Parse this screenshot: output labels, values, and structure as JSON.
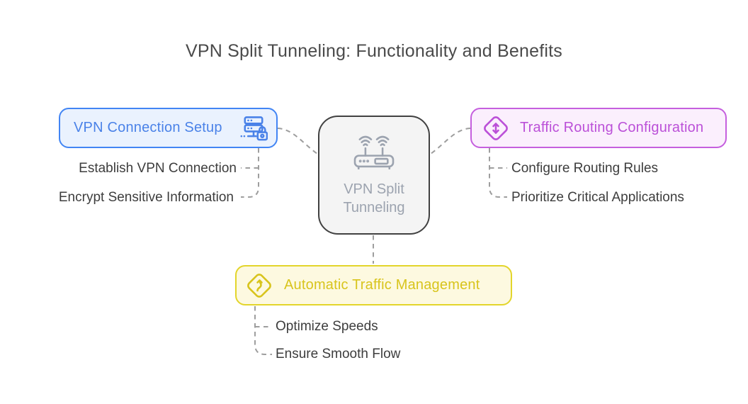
{
  "title": "VPN Split Tunneling: Functionality and Benefits",
  "center_node": {
    "label": "VPN Split Tunneling",
    "icon": "wifi-router-icon"
  },
  "branches": {
    "vpn_connection_setup": {
      "label": "VPN Connection Setup",
      "icon": "server-lock-icon",
      "items": [
        "Establish VPN Connection",
        "Encrypt Sensitive Information"
      ]
    },
    "traffic_routing_configuration": {
      "label": "Traffic Routing Configuration",
      "icon": "diamond-updown-arrow-icon",
      "items": [
        "Configure Routing Rules",
        "Prioritize Critical Applications"
      ]
    },
    "automatic_traffic_management": {
      "label": "Automatic Traffic Management",
      "icon": "diamond-route-icon",
      "items": [
        "Optimize Speeds",
        "Ensure Smooth Flow"
      ]
    }
  },
  "colors": {
    "blue_border": "#4285f4",
    "blue_bg": "#eaf2fe",
    "blue_text": "#4a82e8",
    "purple_border": "#c55fde",
    "purple_bg": "#fbeffd",
    "purple_text": "#bb50d8",
    "yellow_border": "#e3d52b",
    "yellow_bg": "#fdf9e0",
    "yellow_text": "#d8c41c",
    "center_border": "#414141",
    "center_bg": "#f4f4f4",
    "center_text": "#9ca3af",
    "title_text": "#4a4a4a",
    "item_text": "#3d3d3d",
    "connector": "#9e9e9e"
  }
}
